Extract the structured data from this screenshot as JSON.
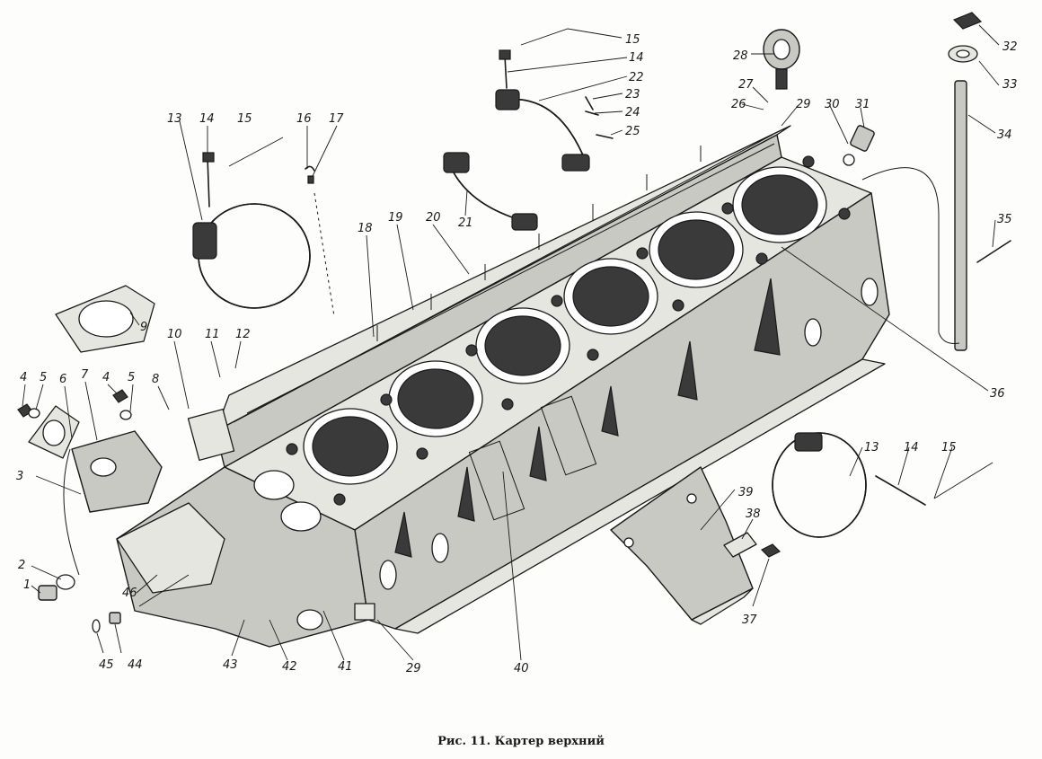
{
  "caption": "Рис. 11. Картер верхний",
  "callouts": [
    "1",
    "2",
    "3",
    "4",
    "4",
    "5",
    "5",
    "6",
    "7",
    "8",
    "9",
    "10",
    "11",
    "12",
    "13",
    "13",
    "14",
    "14",
    "14",
    "15",
    "15",
    "15",
    "16",
    "17",
    "18",
    "19",
    "20",
    "21",
    "22",
    "23",
    "24",
    "25",
    "26",
    "27",
    "28",
    "29",
    "29",
    "30",
    "31",
    "32",
    "33",
    "34",
    "35",
    "36",
    "37",
    "38",
    "39",
    "40",
    "41",
    "42",
    "43",
    "44",
    "45",
    "46"
  ]
}
